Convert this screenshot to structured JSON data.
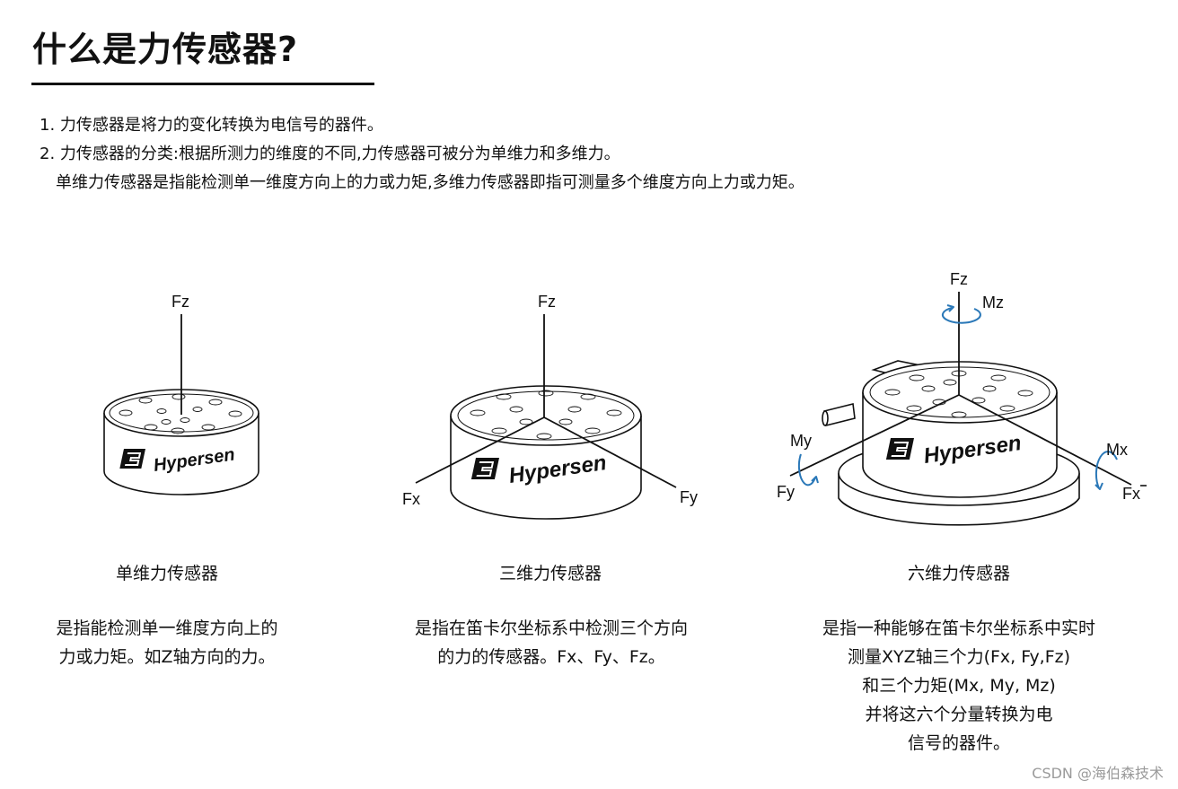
{
  "title": "什么是力传感器?",
  "intro": {
    "line1": "1. 力传感器是将力的变化转换为电信号的器件。",
    "line2": "2. 力传感器的分类:根据所测力的维度的不同,力传感器可被分为单维力和多维力。",
    "line3": "单维力传感器是指能检测单一维度方向上的力或力矩,多维力传感器即指可测量多个维度方向上力或力矩。"
  },
  "brand": "Hypersen",
  "sensors": [
    {
      "name": "单维力传感器",
      "axes": [
        "Fz"
      ],
      "desc": [
        "是指能检测单一维度方向上的",
        "力或力矩。如Z轴方向的力。"
      ]
    },
    {
      "name": "三维力传感器",
      "axes": [
        "Fz",
        "Fx",
        "Fy"
      ],
      "desc": [
        "是指在笛卡尔坐标系中检测三个方向",
        "的力的传感器。Fx、Fy、Fz。"
      ]
    },
    {
      "name": "六维力传感器",
      "axes": [
        "Fz",
        "Mz",
        "My",
        "Fy",
        "Mx",
        "Fx"
      ],
      "desc": [
        "是指一种能够在笛卡尔坐标系中实时",
        "测量XYZ轴三个力(Fx, Fy,Fz)",
        "和三个力矩(Mx, My, Mz)",
        "并将这六个分量转换为电",
        "信号的器件。"
      ]
    }
  ],
  "watermark": "CSDN @海伯森技术",
  "colors": {
    "rotation_arrow": "#2a78b8"
  }
}
